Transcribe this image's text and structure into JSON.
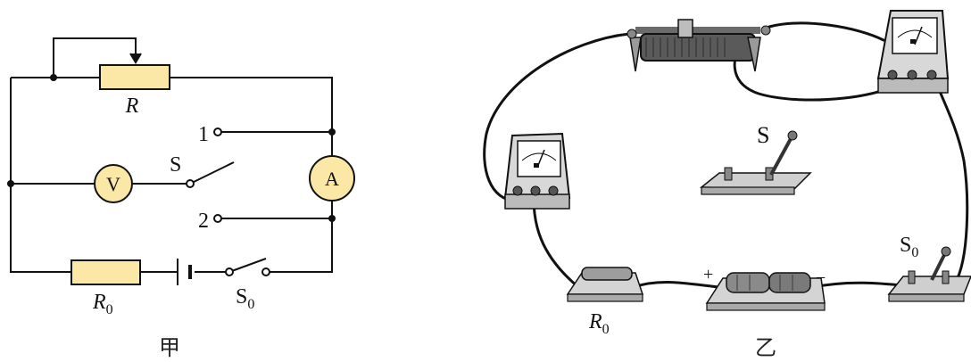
{
  "figure_left": {
    "caption": "甲",
    "labels": {
      "rheostat": "R",
      "fixed_resistor": "R",
      "fixed_resistor_sub": "0",
      "voltmeter": "V",
      "ammeter": "A",
      "switch_s": "S",
      "switch_s0": "S",
      "switch_s0_sub": "0",
      "terminal_1": "1",
      "terminal_2": "2"
    }
  },
  "figure_right": {
    "caption": "乙",
    "labels": {
      "switch_s": "S",
      "switch_s0": "S",
      "switch_s0_sub": "0",
      "resistor_r0": "R",
      "resistor_r0_sub": "0",
      "battery_plus": "+",
      "battery_minus": "−"
    }
  },
  "colors": {
    "component_fill": "#fbe8a6",
    "wire": "#111111",
    "device_gray": "#cfcfcf"
  }
}
